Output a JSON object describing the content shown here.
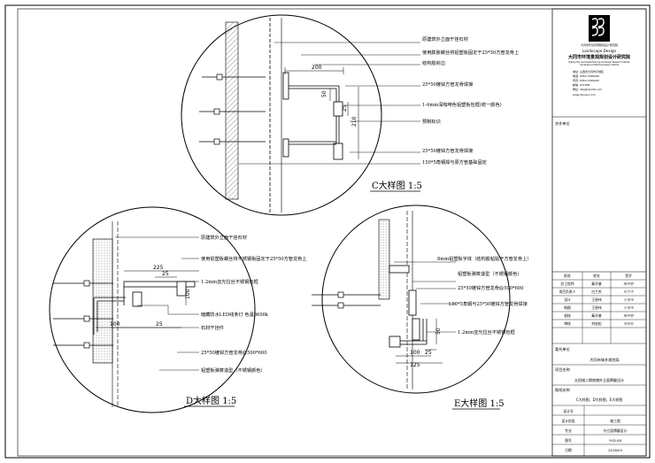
{
  "details": [
    {
      "id": "C",
      "title": "C大样图 1:5",
      "annotations": [
        "原建筑外立面干挂石材",
        "使用膨胀螺丝将铝塑板固定于25*50方管龙骨上",
        "结构胶封边",
        "25*50镀锌方管龙骨焊接",
        "1-4mm深咖啡色铝塑板包框(统一颜色)",
        "预制标识",
        "25*50镀锌方管龙骨焊接",
        "150*5角钢焊与原方管基础固定"
      ],
      "dimensions": [
        "200",
        "50",
        "25",
        "210"
      ]
    },
    {
      "id": "D",
      "title": "D大样图 1:5",
      "annotations": [
        "原建筑外立面干挂石材",
        "使用铝塑板螺丝将不锈钢板固定于25*50方管龙骨上",
        "1.2mm亚光拉丝不锈钢包框",
        "暗藏防水LED线条灯 色温3600k",
        "石材干挂件",
        "25*50镀锌方管龙骨@500*600",
        "铝塑板弹簧造型（不锈钢颜色）"
      ],
      "dimensions": [
        "225",
        "25",
        "100",
        "25",
        "100"
      ]
    },
    {
      "id": "E",
      "title": "E大样图 1:5",
      "annotations": [
        "8mm铝塑板字体（结构胶粘贴于方管龙骨上）",
        "铝塑板弹簧造型（不锈钢颜色）",
        "25*50镀锌方管龙骨@500*600",
        "L50*5角钢与25*50镀锌方管龙骨焊接",
        "1.2mm亚光拉丝不锈钢包框"
      ],
      "dimensions": [
        "50",
        "25",
        "100",
        "125"
      ]
    }
  ],
  "title_block": {
    "logo_caption": "大同市环境景观规划设计研究院",
    "logo_en": "Landscape Design",
    "company_name": "大同市环境景观规划设计研究院",
    "company_en_lines": [
      "Datong City Landscape Planning and Design Research Institute",
      "Landscape Architecture Design Institute"
    ],
    "contact_lines": [
      "地址: 山西省大同市平城区",
      "电话: 0352-7630000",
      "传真: 0352-7630000",
      "邮编: 037006",
      "网址: dtzjgh@126.com",
      "www.dtyuan.com"
    ],
    "cooperation_label": "合作单位",
    "sign_table": {
      "headers": [
        "职务",
        "姓名",
        "签字"
      ],
      "rows": [
        [
          "总工程师",
          "秦开基",
          "秦开基"
        ],
        [
          "项目负责人",
          "白兰杰",
          "白兰杰"
        ],
        [
          "设计",
          "王俊伟",
          "王俊伟"
        ],
        [
          "制图",
          "王俊伟",
          "王俊伟"
        ],
        [
          "校核",
          "秦开基",
          "秦开基"
        ],
        [
          "审核",
          "何宏松",
          "何宏松"
        ]
      ]
    },
    "client_label": "委托单位",
    "client_value": "大同市城乡规划局",
    "project_label": "项目名称",
    "project_value": "太阳城二期商铺外立面牌匾设计",
    "drawing_label": "图纸名称",
    "drawing_value": "C大样图、D大样图、E大样图",
    "fields": [
      {
        "label": "设计号",
        "value": ""
      },
      {
        "label": "设计阶段",
        "value": "施工图"
      },
      {
        "label": "专业",
        "value": "外立面牌匾设计"
      },
      {
        "label": "图号",
        "value": "YYD-08"
      },
      {
        "label": "日期",
        "value": "2018/03"
      }
    ]
  }
}
